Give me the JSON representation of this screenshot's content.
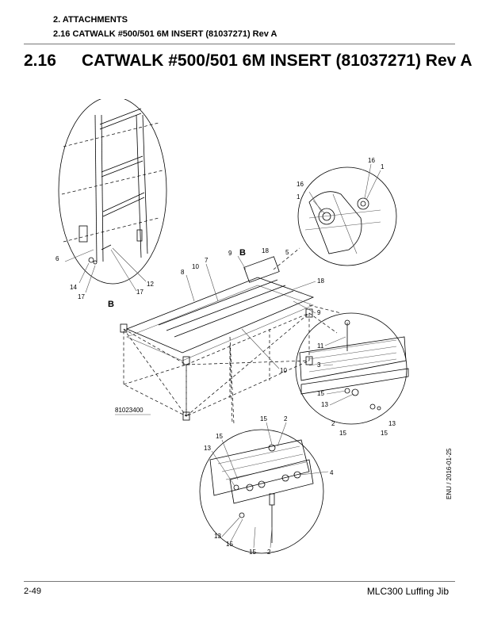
{
  "header": {
    "section": "2. ATTACHMENTS",
    "subsection": "2.16 CATWALK #500/501 6M INSERT (81037271) Rev A"
  },
  "title": {
    "number": "2.16",
    "text": "CATWALK #500/501 6M INSERT (81037271) Rev A"
  },
  "figure": {
    "drawing_number": "81023400",
    "callouts": {
      "detail_b": [
        "6",
        "14",
        "17",
        "17",
        "12"
      ],
      "detail_b_letter": "B",
      "top_right": [
        "16",
        "1",
        "16",
        "1"
      ],
      "main": [
        "B",
        "9",
        "18",
        "5",
        "7",
        "8",
        "10",
        "18",
        "9",
        "10"
      ],
      "right": [
        "11",
        "3",
        "15",
        "13",
        "2",
        "15",
        "15",
        "13"
      ],
      "bottom": [
        "15",
        "2",
        "15",
        "13",
        "4",
        "13",
        "15",
        "15",
        "2"
      ]
    }
  },
  "side_code": "ENU / 2016-01-25",
  "footer": {
    "page": "2-49",
    "product": "MLC300 Luffing Jib"
  }
}
